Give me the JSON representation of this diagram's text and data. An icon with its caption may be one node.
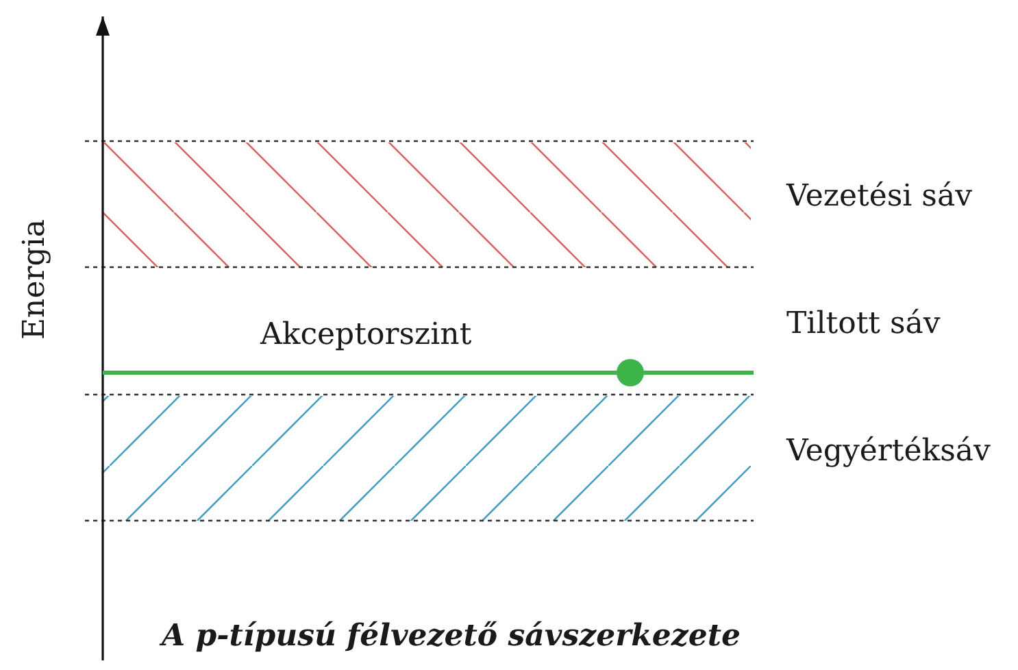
{
  "diagram": {
    "caption": "A p-típusú félvezető sávszerkezete",
    "labels": [
      "Energia",
      "Vezetési sáv",
      "Akceptorszint",
      "Tiltott sáv",
      "Vegyértéksáv"
    ]
  }
}
